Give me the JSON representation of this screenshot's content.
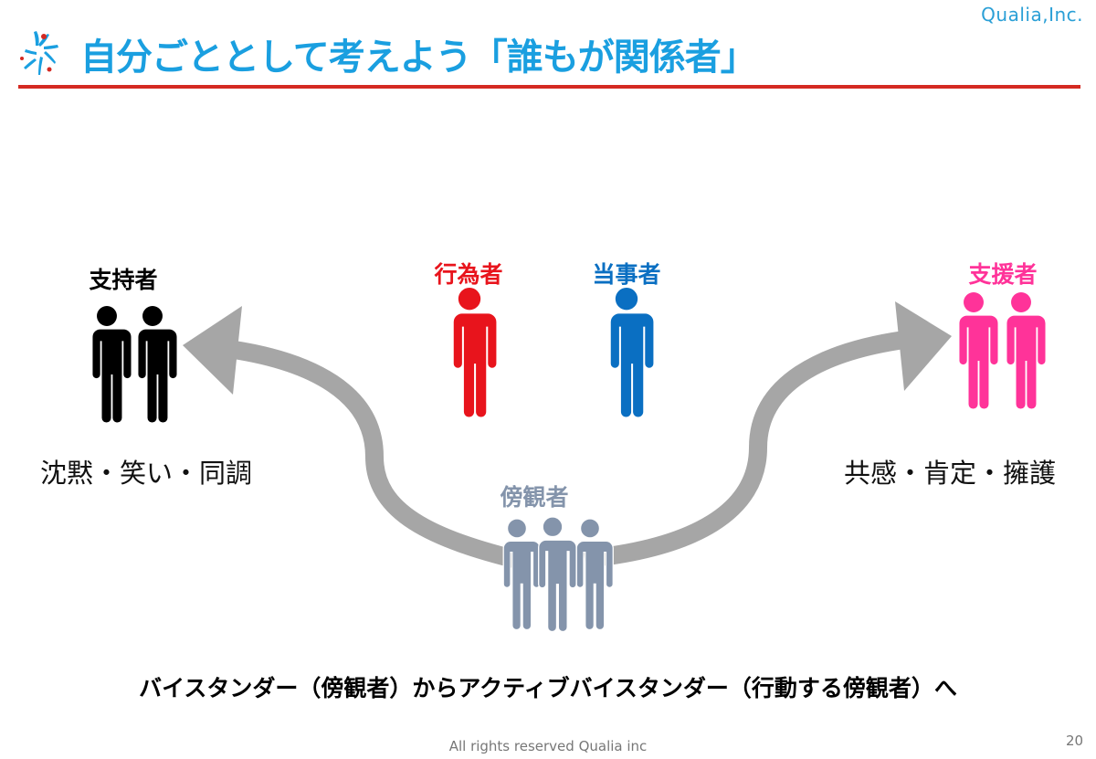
{
  "logo": {
    "text": "Qualia,Inc."
  },
  "title": "自分ごととして考えよう「誰もが関係者」",
  "roles": {
    "supporter": {
      "label": "支持者",
      "description": "沈黙・笑い・同調",
      "color": "#000000"
    },
    "perpetrator": {
      "label": "行為者",
      "color": "#e8141c"
    },
    "victim": {
      "label": "当事者",
      "color": "#0a6fc2"
    },
    "helper": {
      "label": "支援者",
      "description": "共感・肯定・擁護",
      "color": "#ff3399"
    },
    "bystander": {
      "label": "傍観者",
      "color": "#8494ab"
    }
  },
  "arrow_color": "#a6a6a6",
  "bottom_message": "バイスタンダー（傍観者）からアクティブバイスタンダー（行動する傍観者）へ",
  "footer": {
    "copyright": "All rights reserved Qualia inc",
    "page_number": "20"
  }
}
